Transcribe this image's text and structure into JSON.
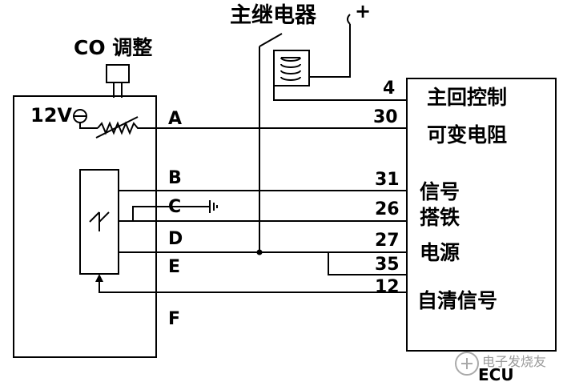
{
  "title": "主继电器",
  "supply_symbol": "+",
  "co_adjust_label": "CO 调整",
  "voltage_label": "12V",
  "sensor_pins": [
    "A",
    "B",
    "C",
    "D",
    "E",
    "F"
  ],
  "ecu": {
    "name": "ECU",
    "pins": [
      "4",
      "30",
      "31",
      "26",
      "27",
      "35",
      "12"
    ],
    "functions": [
      "主回控制",
      "可变电阻",
      "信号",
      "搭铁",
      "电源",
      "自清信号"
    ]
  },
  "watermark": "电子发烧友"
}
